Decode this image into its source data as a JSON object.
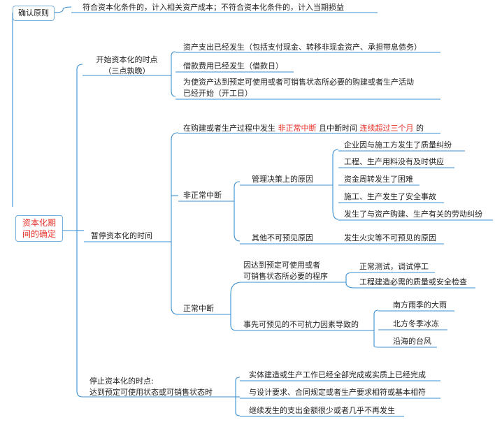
{
  "root": {
    "line1": "资本化期",
    "line2": "间的确定"
  },
  "confirm": {
    "label": "确认原则",
    "text": "符合资本化条件的，计入相关资产成本；不符合资本化条件的，计入当期损益"
  },
  "start": {
    "title_line1": "开始资本化的时点",
    "title_line2": "（三点孰晚）",
    "items": [
      "资产支出已经发生（包括支付现金、转移非现金资产、承担带息债务）",
      "借款费用已经发生（借款日）",
      "为使资产达到预定可使用或者可销售状态所必要的购建或者生产活动",
      "已经开始（开工日）"
    ]
  },
  "pause": {
    "title": "暂停资本化的时间",
    "condition": {
      "prefix": "在购建或者生产过程中发生 ",
      "red1": "非正常中断",
      "mid": " 且中断时间 ",
      "red2": "连续超过三个月",
      "suffix": " 的"
    },
    "abnormal": {
      "title": "非正常中断",
      "management": {
        "title": "管理决策上的原因",
        "items": [
          "企业因与施工方发生了质量纠纷",
          "工程、生产用料没有及时供应",
          "资金周转发生了困难",
          "施工、生产发生了安全事故",
          "发生了与资产购建、生产有关的劳动纠纷"
        ]
      },
      "other": {
        "title": "其他不可预见原因",
        "item": "发生火灾等不可预见的原因"
      }
    },
    "normal": {
      "title": "正常中断",
      "necessary": {
        "title_line1": "因达到预定可使用或者",
        "title_line2": "可销售状态所必要的程序",
        "items": [
          "正常测试，调试停工",
          "工程建造必需的质量或安全检查"
        ]
      },
      "force": {
        "title": "事先可预见的不可抗力因素导致的",
        "items": [
          "南方雨季的大雨",
          "北方冬季冰冻",
          "沿海的台风"
        ]
      }
    }
  },
  "stop": {
    "title_line1": "停止资本化的时点:",
    "title_line2": "达到预定可使用状态或可销售状态时",
    "items": [
      "实体建造或生产工作已经全部完成或实质上已经完成",
      "与设计要求、合同规定或者生产要求相符或基本相符",
      "继续发生的支出金额很少或者几乎不再发生"
    ]
  }
}
